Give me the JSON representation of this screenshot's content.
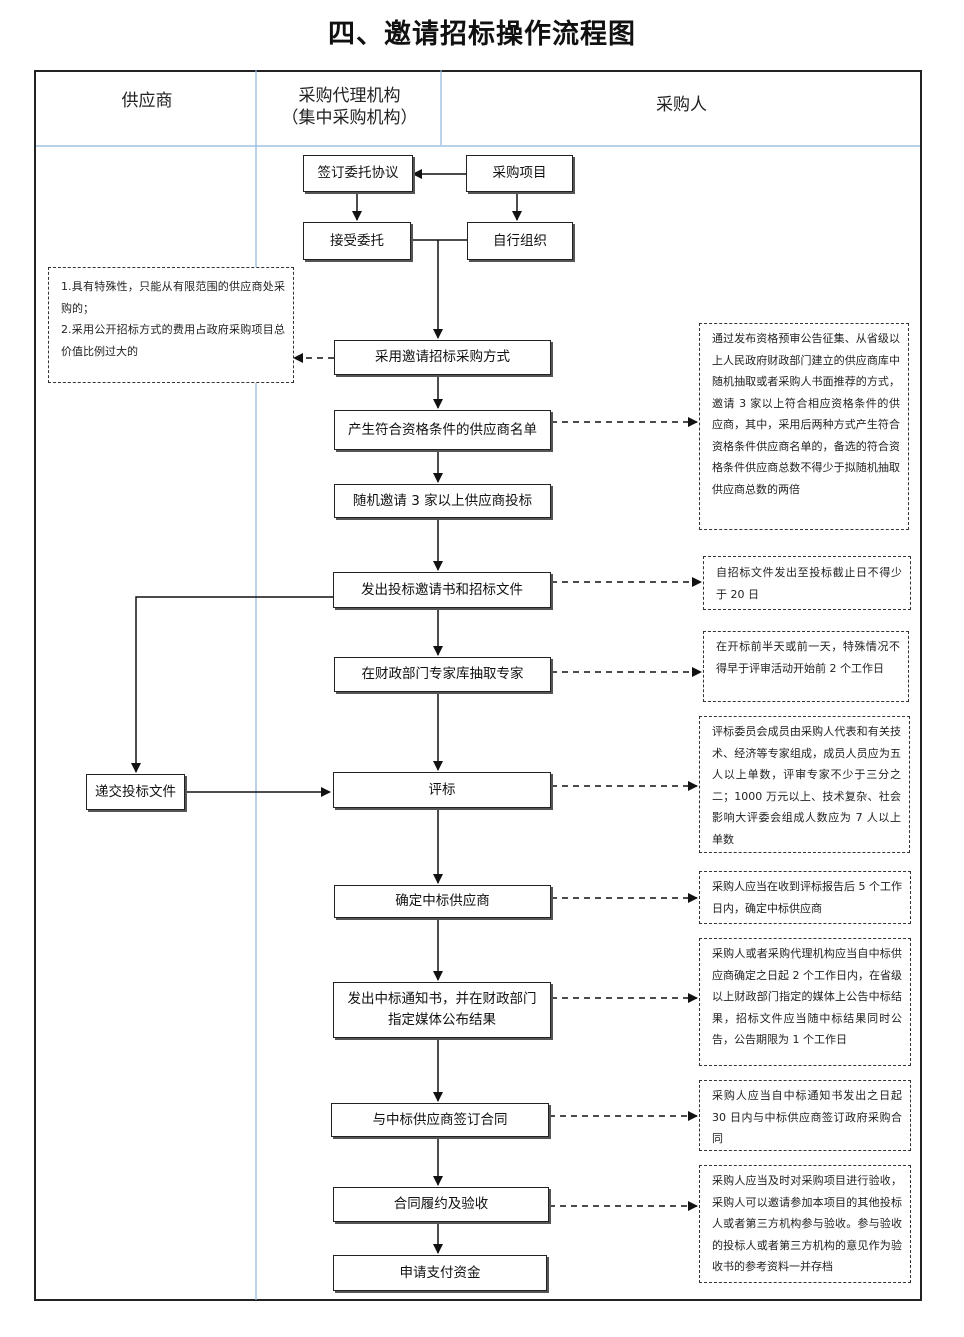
{
  "title": "四、邀请招标操作流程图",
  "lanes": {
    "supplier": "供应商",
    "agency_line1": "采购代理机构",
    "agency_line2": "（集中采购机构）",
    "purchaser": "采购人"
  },
  "boxes": {
    "sign_agreement": "签订委托协议",
    "project": "采购项目",
    "accept": "接受委托",
    "self_organize": "自行组织",
    "method": "采用邀请招标采购方式",
    "qualified_list": "产生符合资格条件的供应商名单",
    "invite_three": "随机邀请 3 家以上供应商投标",
    "issue_docs": "发出投标邀请书和招标文件",
    "experts": "在财政部门专家库抽取专家",
    "submit_bid": "递交投标文件",
    "evaluate": "评标",
    "winner": "确定中标供应商",
    "notice_line1": "发出中标通知书，并在财政部门",
    "notice_line2": "指定媒体公布结果",
    "contract": "与中标供应商签订合同",
    "acceptance": "合同履约及验收",
    "payment": "申请支付资金"
  },
  "notes": {
    "special": [
      "1.具有特殊性，只能从有限范围的供应商处采购的；",
      "2.采用公开招标方式的费用占政府采购项目总价值比例过大的"
    ],
    "qualification": "通过发布资格预审公告征集、从省级以上人民政府财政部门建立的供应商库中随机抽取或者采购人书面推荐的方式，邀请 3 家以上符合相应资格条件的供应商，其中，采用后两种方式产生符合资格条件供应商名单的，备选的符合资格条件供应商总数不得少于拟随机抽取供应商总数的两倍",
    "deadline": "自招标文件发出至投标截止日不得少于 20 日",
    "expert_time": "在开标前半天或前一天，特殊情况不得早于评审活动开始前 2 个工作日",
    "committee": "评标委员会成员由采购人代表和有关技术、经济等专家组成，成员人员应为五人以上单数，评审专家不少于三分之二；1000 万元以上、技术复杂、社会影响大评委会组成人数应为 7 人以上单数",
    "confirm": "采购人应当在收到评标报告后 5 个工作日内，确定中标供应商",
    "announce": "采购人或者采购代理机构应当自中标供应商确定之日起 2 个工作日内，在省级以上财政部门指定的媒体上公告中标结果，招标文件应当随中标结果同时公告，公告期限为 1 个工作日",
    "contract_time": "采购人应当自中标通知书发出之日起 30 日内与中标供应商签订政府采购合同",
    "acceptance_note": "采购人应当及时对采购项目进行验收，采购人可以邀请参加本项目的其他投标人或者第三方机构参与验收。参与验收的投标人或者第三方机构的意见作为验收书的参考资料一并存档"
  },
  "colors": {
    "lane_divider": "#8fb4dc",
    "border": "#222222"
  }
}
